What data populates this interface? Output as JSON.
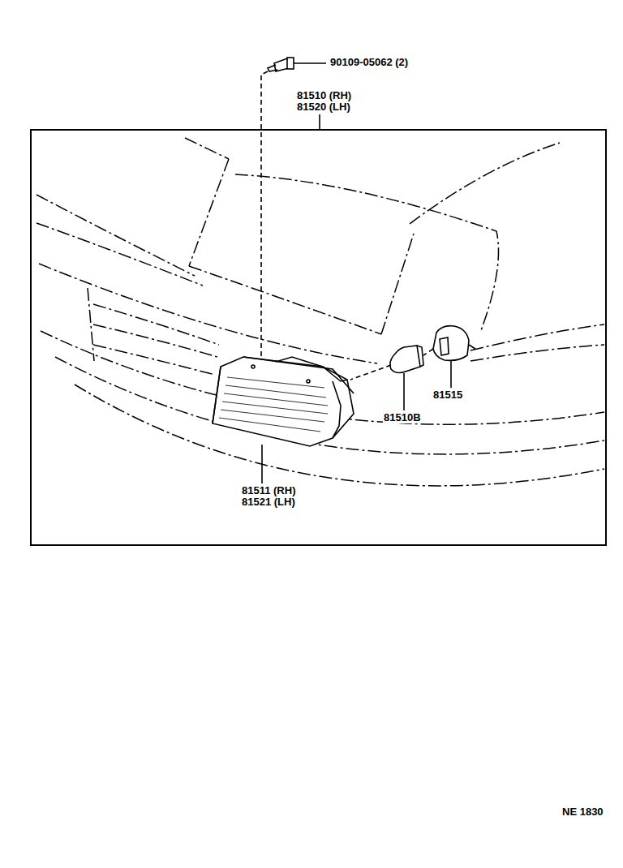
{
  "diagram": {
    "labels": [
      "90109-05062 (2)",
      "81510 (RH)",
      "81520 (LH)",
      "81510B",
      "81515",
      "81511 (RH)",
      "81521 (LH)",
      "NE 1830"
    ]
  }
}
